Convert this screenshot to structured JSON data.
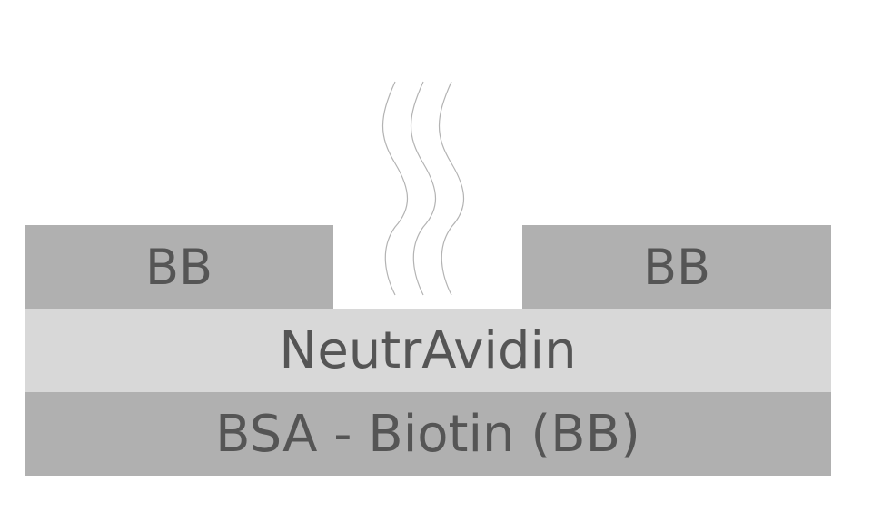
{
  "diagram": {
    "layers": {
      "top_left": {
        "label": "BB",
        "color": "#b0b0b0"
      },
      "top_right": {
        "label": "BB",
        "color": "#b0b0b0"
      },
      "middle": {
        "label": "NeutrAvidin",
        "color": "#d8d8d8"
      },
      "bottom": {
        "label": "BSA - Biotin (BB)",
        "color": "#b0b0b0"
      }
    },
    "strands": {
      "count": 3,
      "color": "#b3b3b3"
    },
    "text_color": "#555555"
  }
}
